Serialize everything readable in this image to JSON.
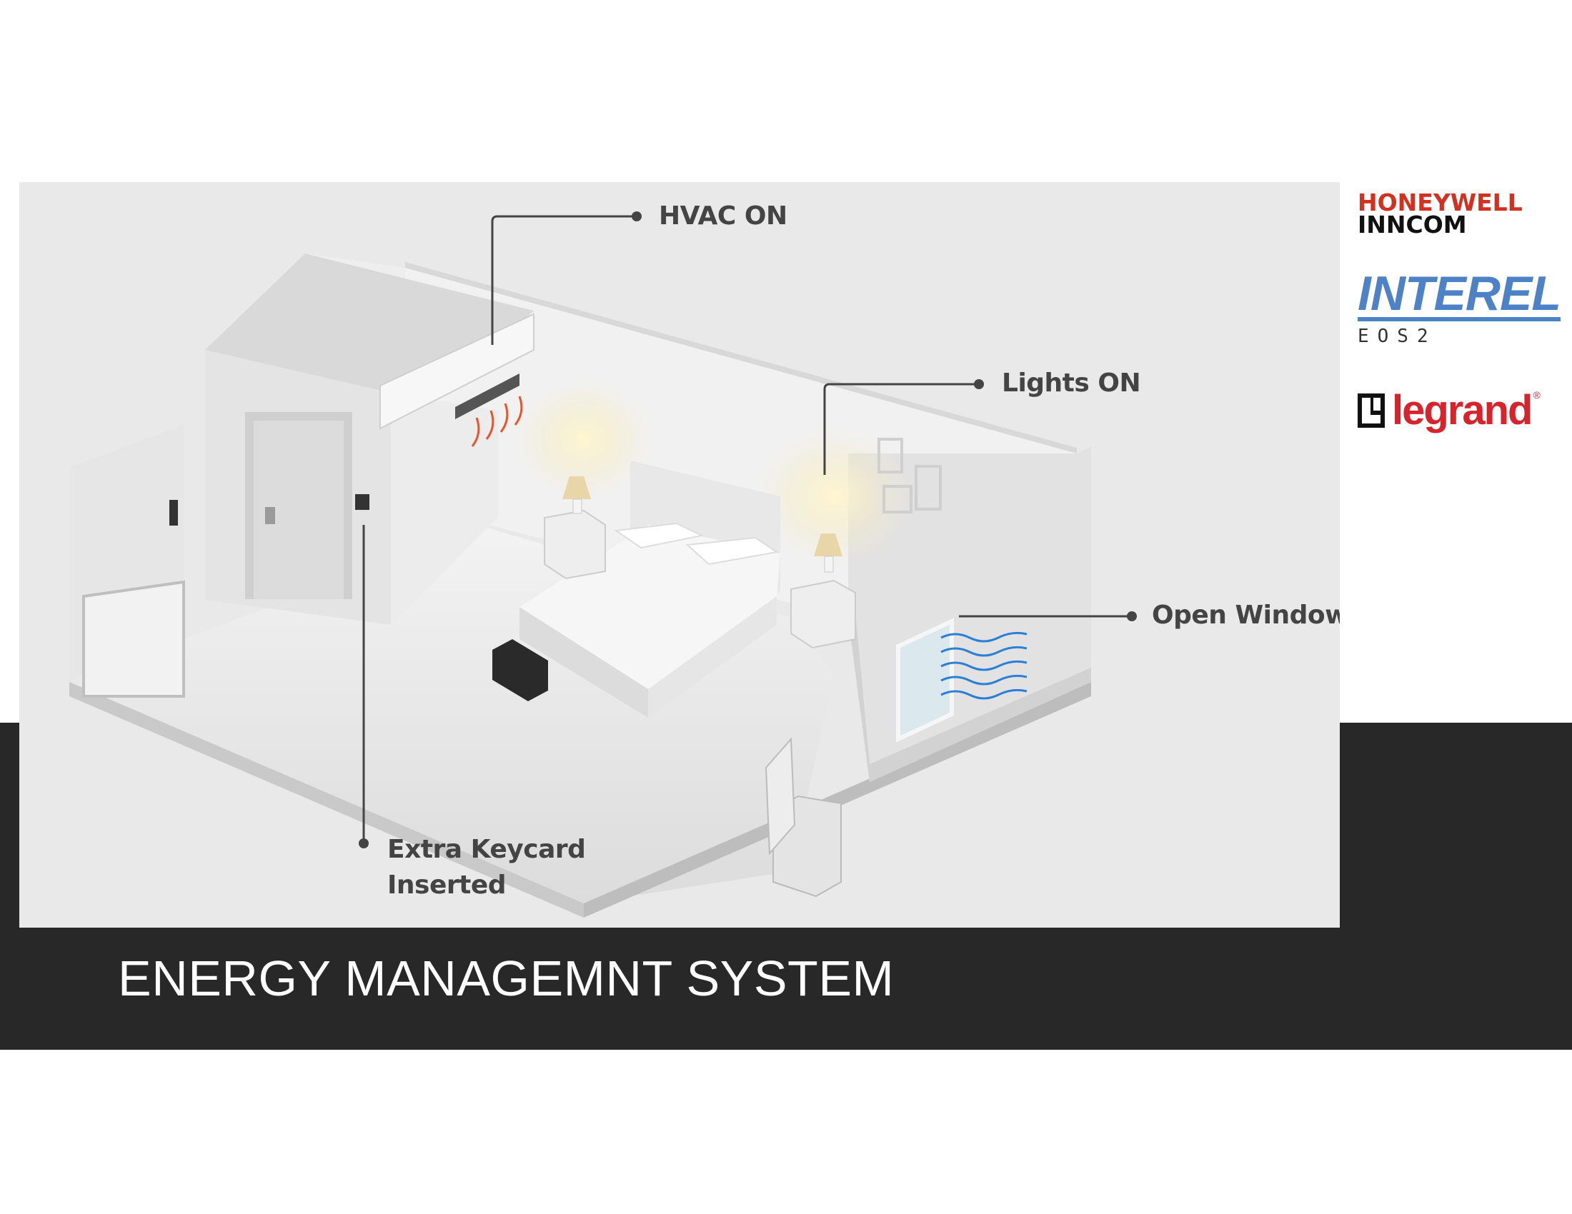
{
  "title": "ENERGY MANAGEMNT SYSTEM",
  "callouts": {
    "hvac": "HVAC ON",
    "lights": "Lights ON",
    "window": "Open Window",
    "keycard_line1": "Extra Keycard",
    "keycard_line2": "Inserted"
  },
  "logos": {
    "honeywell_line1": "HONEYWELL",
    "honeywell_line2": "INNCOM",
    "interel": "INTEREL",
    "interel_sub": "EOS2",
    "legrand": "legrand",
    "legrand_reg": "®"
  },
  "colors": {
    "background": "#ffffff",
    "dark_band": "#282828",
    "panel": "#e9e9e9",
    "callout_text": "#444444",
    "honeywell_red": "#d1311e",
    "interel_blue": "#4e82c7",
    "legrand_red": "#d7232b",
    "hvac_airflow": "#e8552a",
    "window_airflow": "#2a7fd6"
  }
}
